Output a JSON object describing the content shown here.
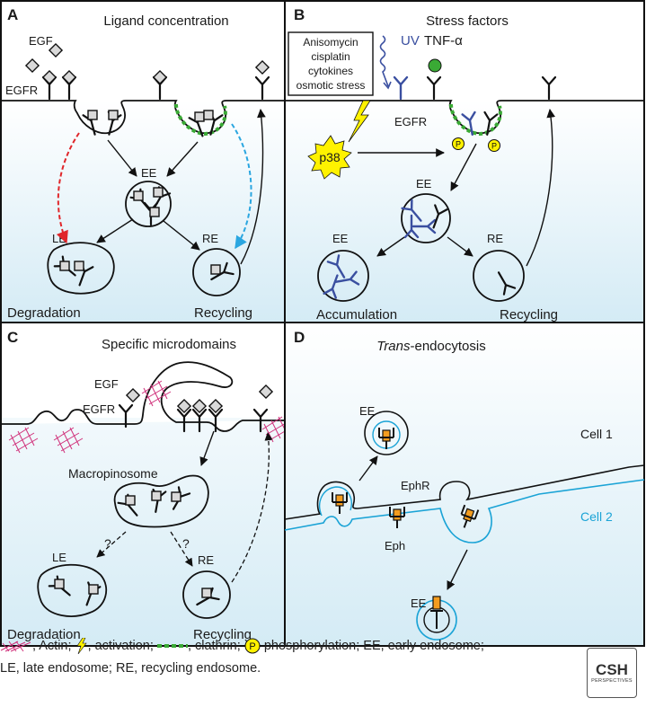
{
  "panels": {
    "a": {
      "letter": "A",
      "title": "Ligand concentration",
      "egf": "EGF",
      "egfr": "EGFR",
      "ee": "EE",
      "le": "LE",
      "re": "RE",
      "degradation": "Degradation",
      "recycling": "Recycling"
    },
    "b": {
      "letter": "B",
      "title": "Stress factors",
      "box_lines": [
        "Anisomycin",
        "cisplatin",
        "cytokines",
        "osmotic stress"
      ],
      "uv": "UV",
      "tnf": "TNF-α",
      "egfr": "EGFR",
      "p38": "p38",
      "ee_top": "EE",
      "ee_left": "EE",
      "re": "RE",
      "accumulation": "Accumulation",
      "recycling": "Recycling"
    },
    "c": {
      "letter": "C",
      "title": "Specific microdomains",
      "egf": "EGF",
      "egfr": "EGFR",
      "macropinosome": "Macropinosome",
      "le": "LE",
      "re": "RE",
      "q1": "?",
      "q2": "?",
      "degradation": "Degradation",
      "recycling": "Recycling"
    },
    "d": {
      "letter": "D",
      "title_italic": "Trans",
      "title_rest": "-endocytosis",
      "ee_top": "EE",
      "ee_bottom": "EE",
      "cell1": "Cell 1",
      "cell2": "Cell 2",
      "ephr": "EphR",
      "eph": "Eph"
    }
  },
  "legend": {
    "actin": ", Actin;",
    "activation": ", activation;",
    "clathrin": ", clathrin;",
    "p_glyph": "P",
    "phospho": "phosphorylation; EE, early endosome;",
    "line2": "LE, late endosome; RE, recycling endosome."
  },
  "logo": {
    "big": "CSH",
    "small": "PERSPECTIVES"
  },
  "colors": {
    "background_gradient_top": "#ffffff",
    "background_gradient_bottom": "#d4ebf5",
    "receptor_blue": "#3a4fa0",
    "clathrin_green": "#3aaa35",
    "degradation_red": "#e0262a",
    "recycling_cyan": "#2aa6e0",
    "actin_pink": "#d0307a",
    "p38_yellow": "#fff200",
    "cell2_cyan": "#1aa3d6",
    "eph_orange": "#f39c1f"
  }
}
